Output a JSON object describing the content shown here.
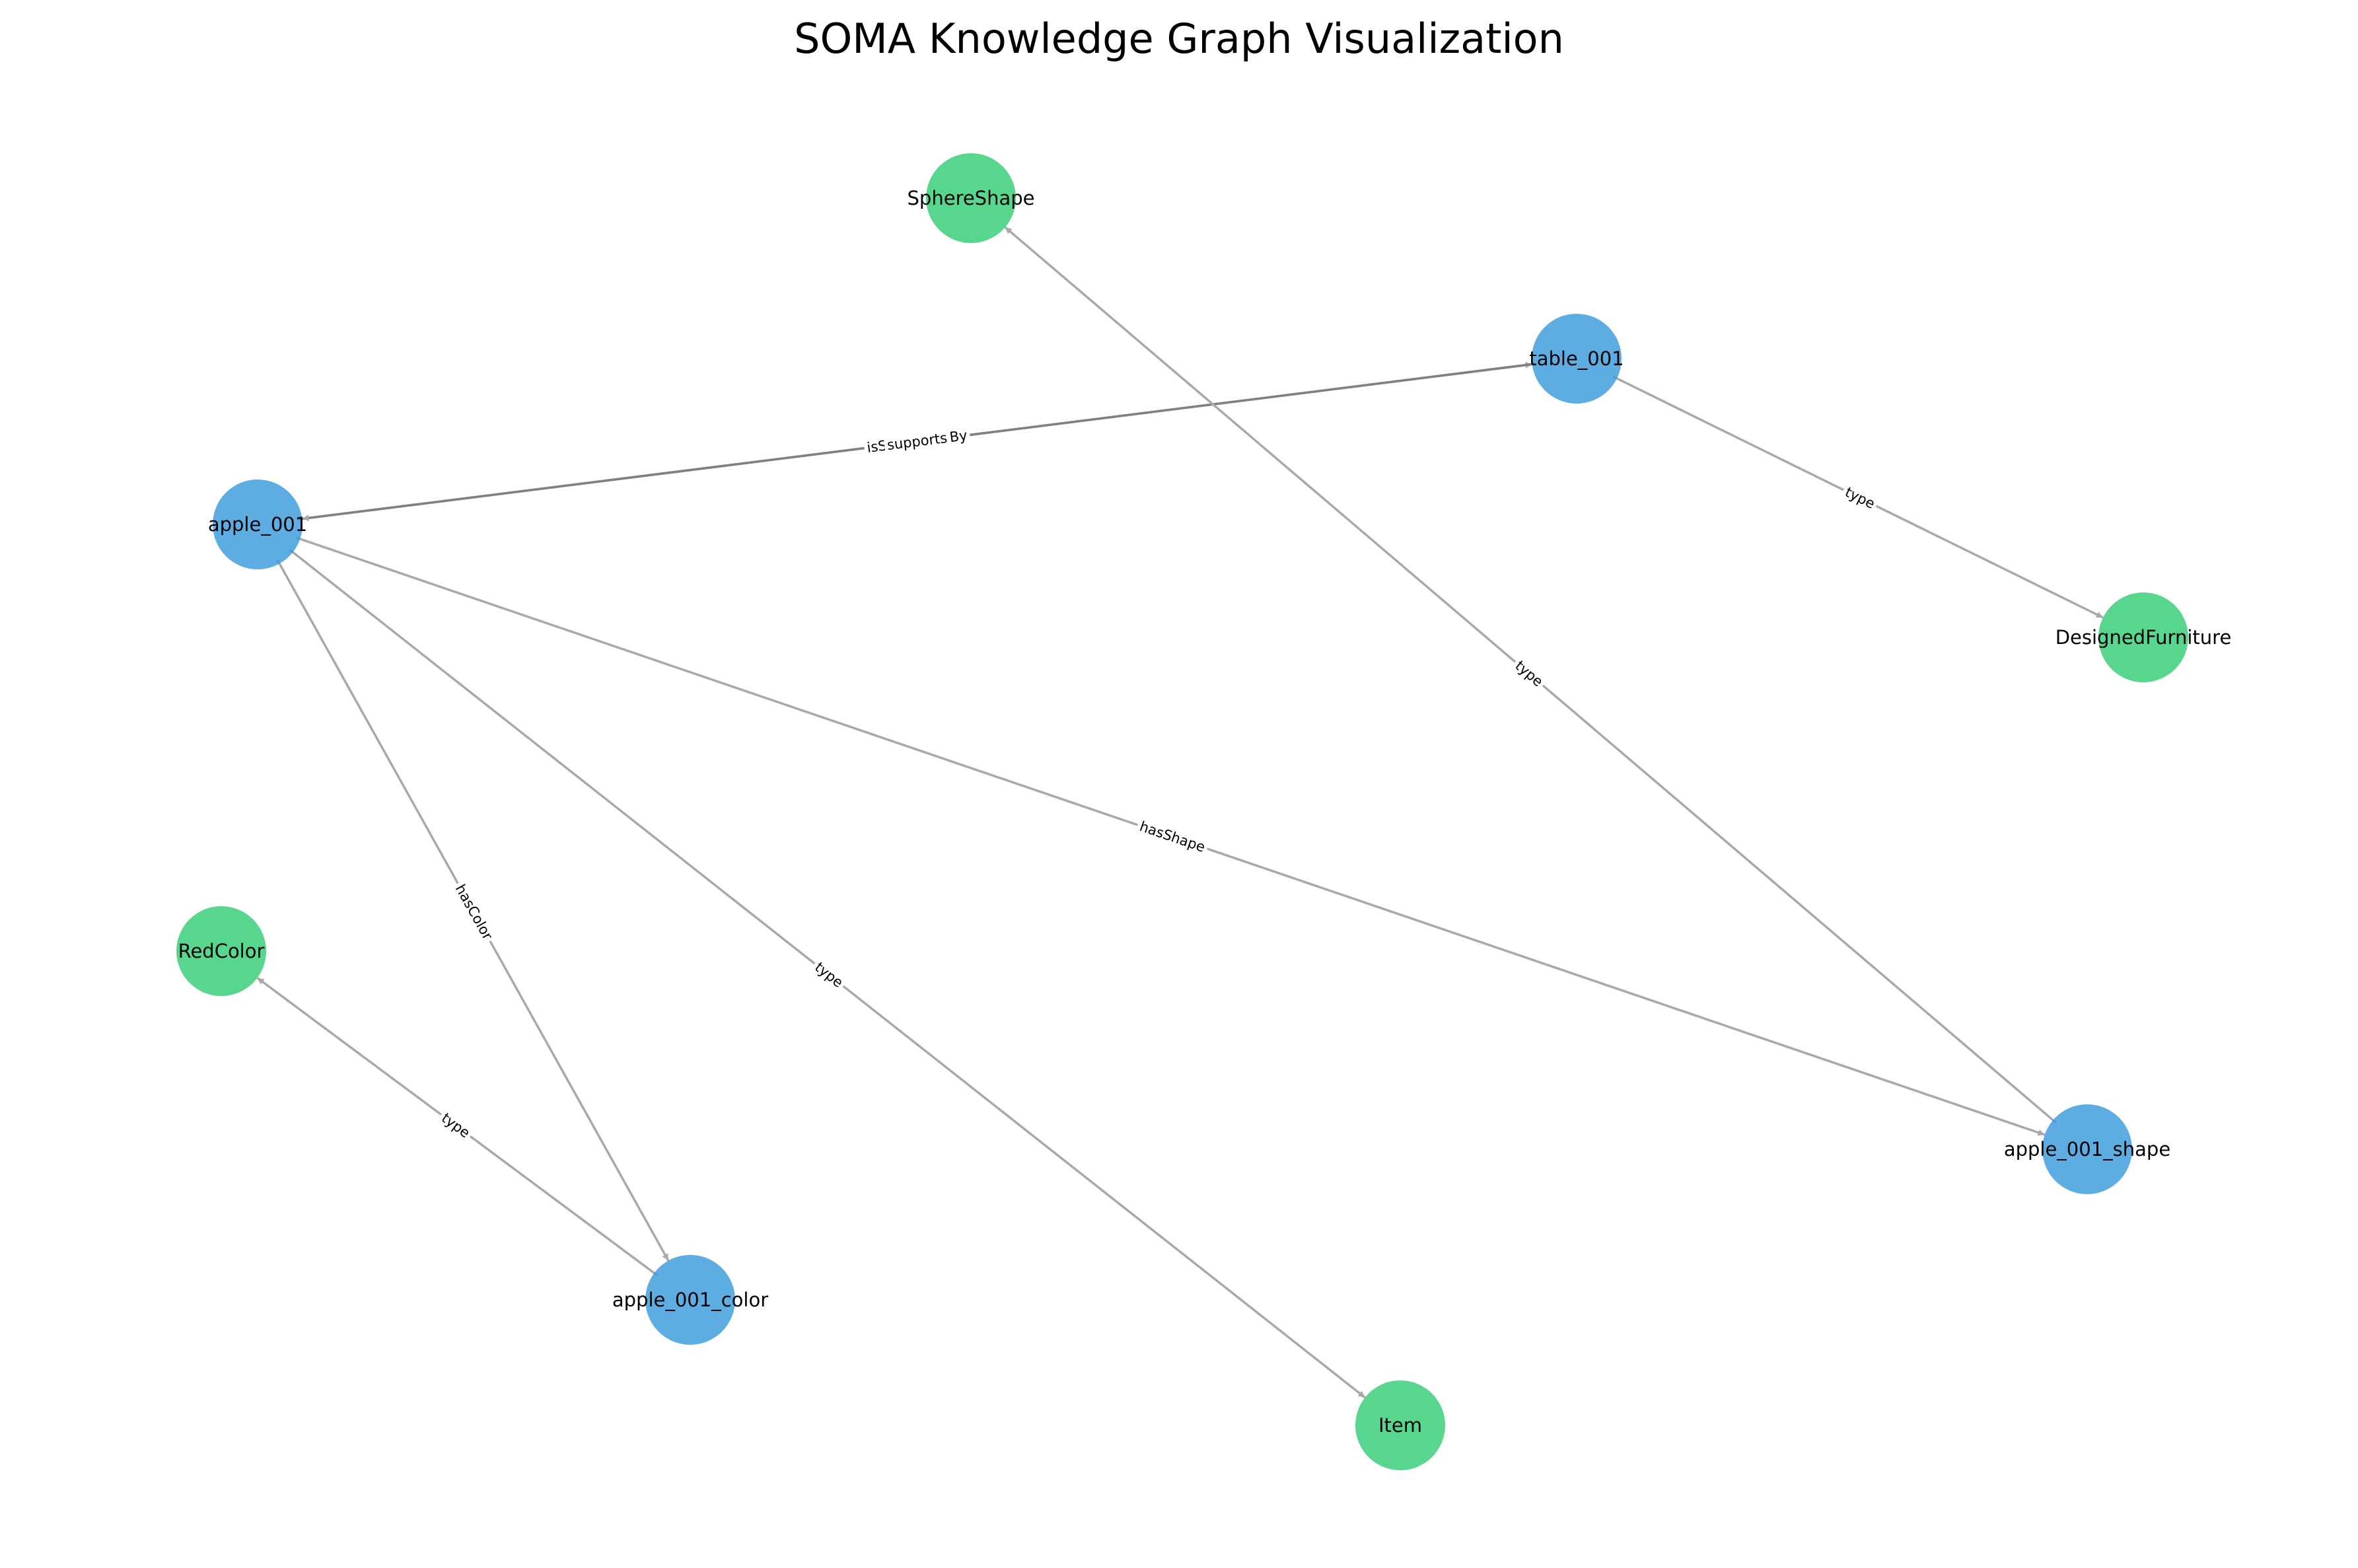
{
  "title": "SOMA Knowledge Graph Visualization",
  "colors": {
    "instance": "#3498db",
    "class": "#2ecc71",
    "edge": "#a9a9a9",
    "edge_dark": "#808080"
  },
  "nodes": [
    {
      "id": "sphere_shape",
      "label": "SphereShape",
      "kind": "class"
    },
    {
      "id": "table_001",
      "label": "table_001",
      "kind": "instance"
    },
    {
      "id": "apple_001",
      "label": "apple_001",
      "kind": "instance"
    },
    {
      "id": "designed_furniture",
      "label": "DesignedFurniture",
      "kind": "class"
    },
    {
      "id": "red_color",
      "label": "RedColor",
      "kind": "class"
    },
    {
      "id": "apple_001_shape",
      "label": "apple_001_shape",
      "kind": "instance"
    },
    {
      "id": "apple_001_color",
      "label": "apple_001_color",
      "kind": "instance"
    },
    {
      "id": "item",
      "label": "Item",
      "kind": "class"
    }
  ],
  "edges": [
    {
      "id": "e-apple-table",
      "source": "apple_001",
      "target": "table_001",
      "label": "isSupportedBy",
      "style": "dark"
    },
    {
      "id": "e-table-apple",
      "source": "table_001",
      "target": "apple_001",
      "label": "supports",
      "style": "dark"
    },
    {
      "id": "e-table-type",
      "source": "table_001",
      "target": "designed_furniture",
      "label": "type",
      "style": "light"
    },
    {
      "id": "e-shape-type",
      "source": "apple_001_shape",
      "target": "sphere_shape",
      "label": "type",
      "style": "light"
    },
    {
      "id": "e-apple-shape",
      "source": "apple_001",
      "target": "apple_001_shape",
      "label": "hasShape",
      "style": "light"
    },
    {
      "id": "e-apple-color",
      "source": "apple_001",
      "target": "apple_001_color",
      "label": "hasColor",
      "style": "light"
    },
    {
      "id": "e-apple-type",
      "source": "apple_001",
      "target": "item",
      "label": "type",
      "style": "light"
    },
    {
      "id": "e-color-type",
      "source": "apple_001_color",
      "target": "red_color",
      "label": "type",
      "style": "light"
    }
  ]
}
